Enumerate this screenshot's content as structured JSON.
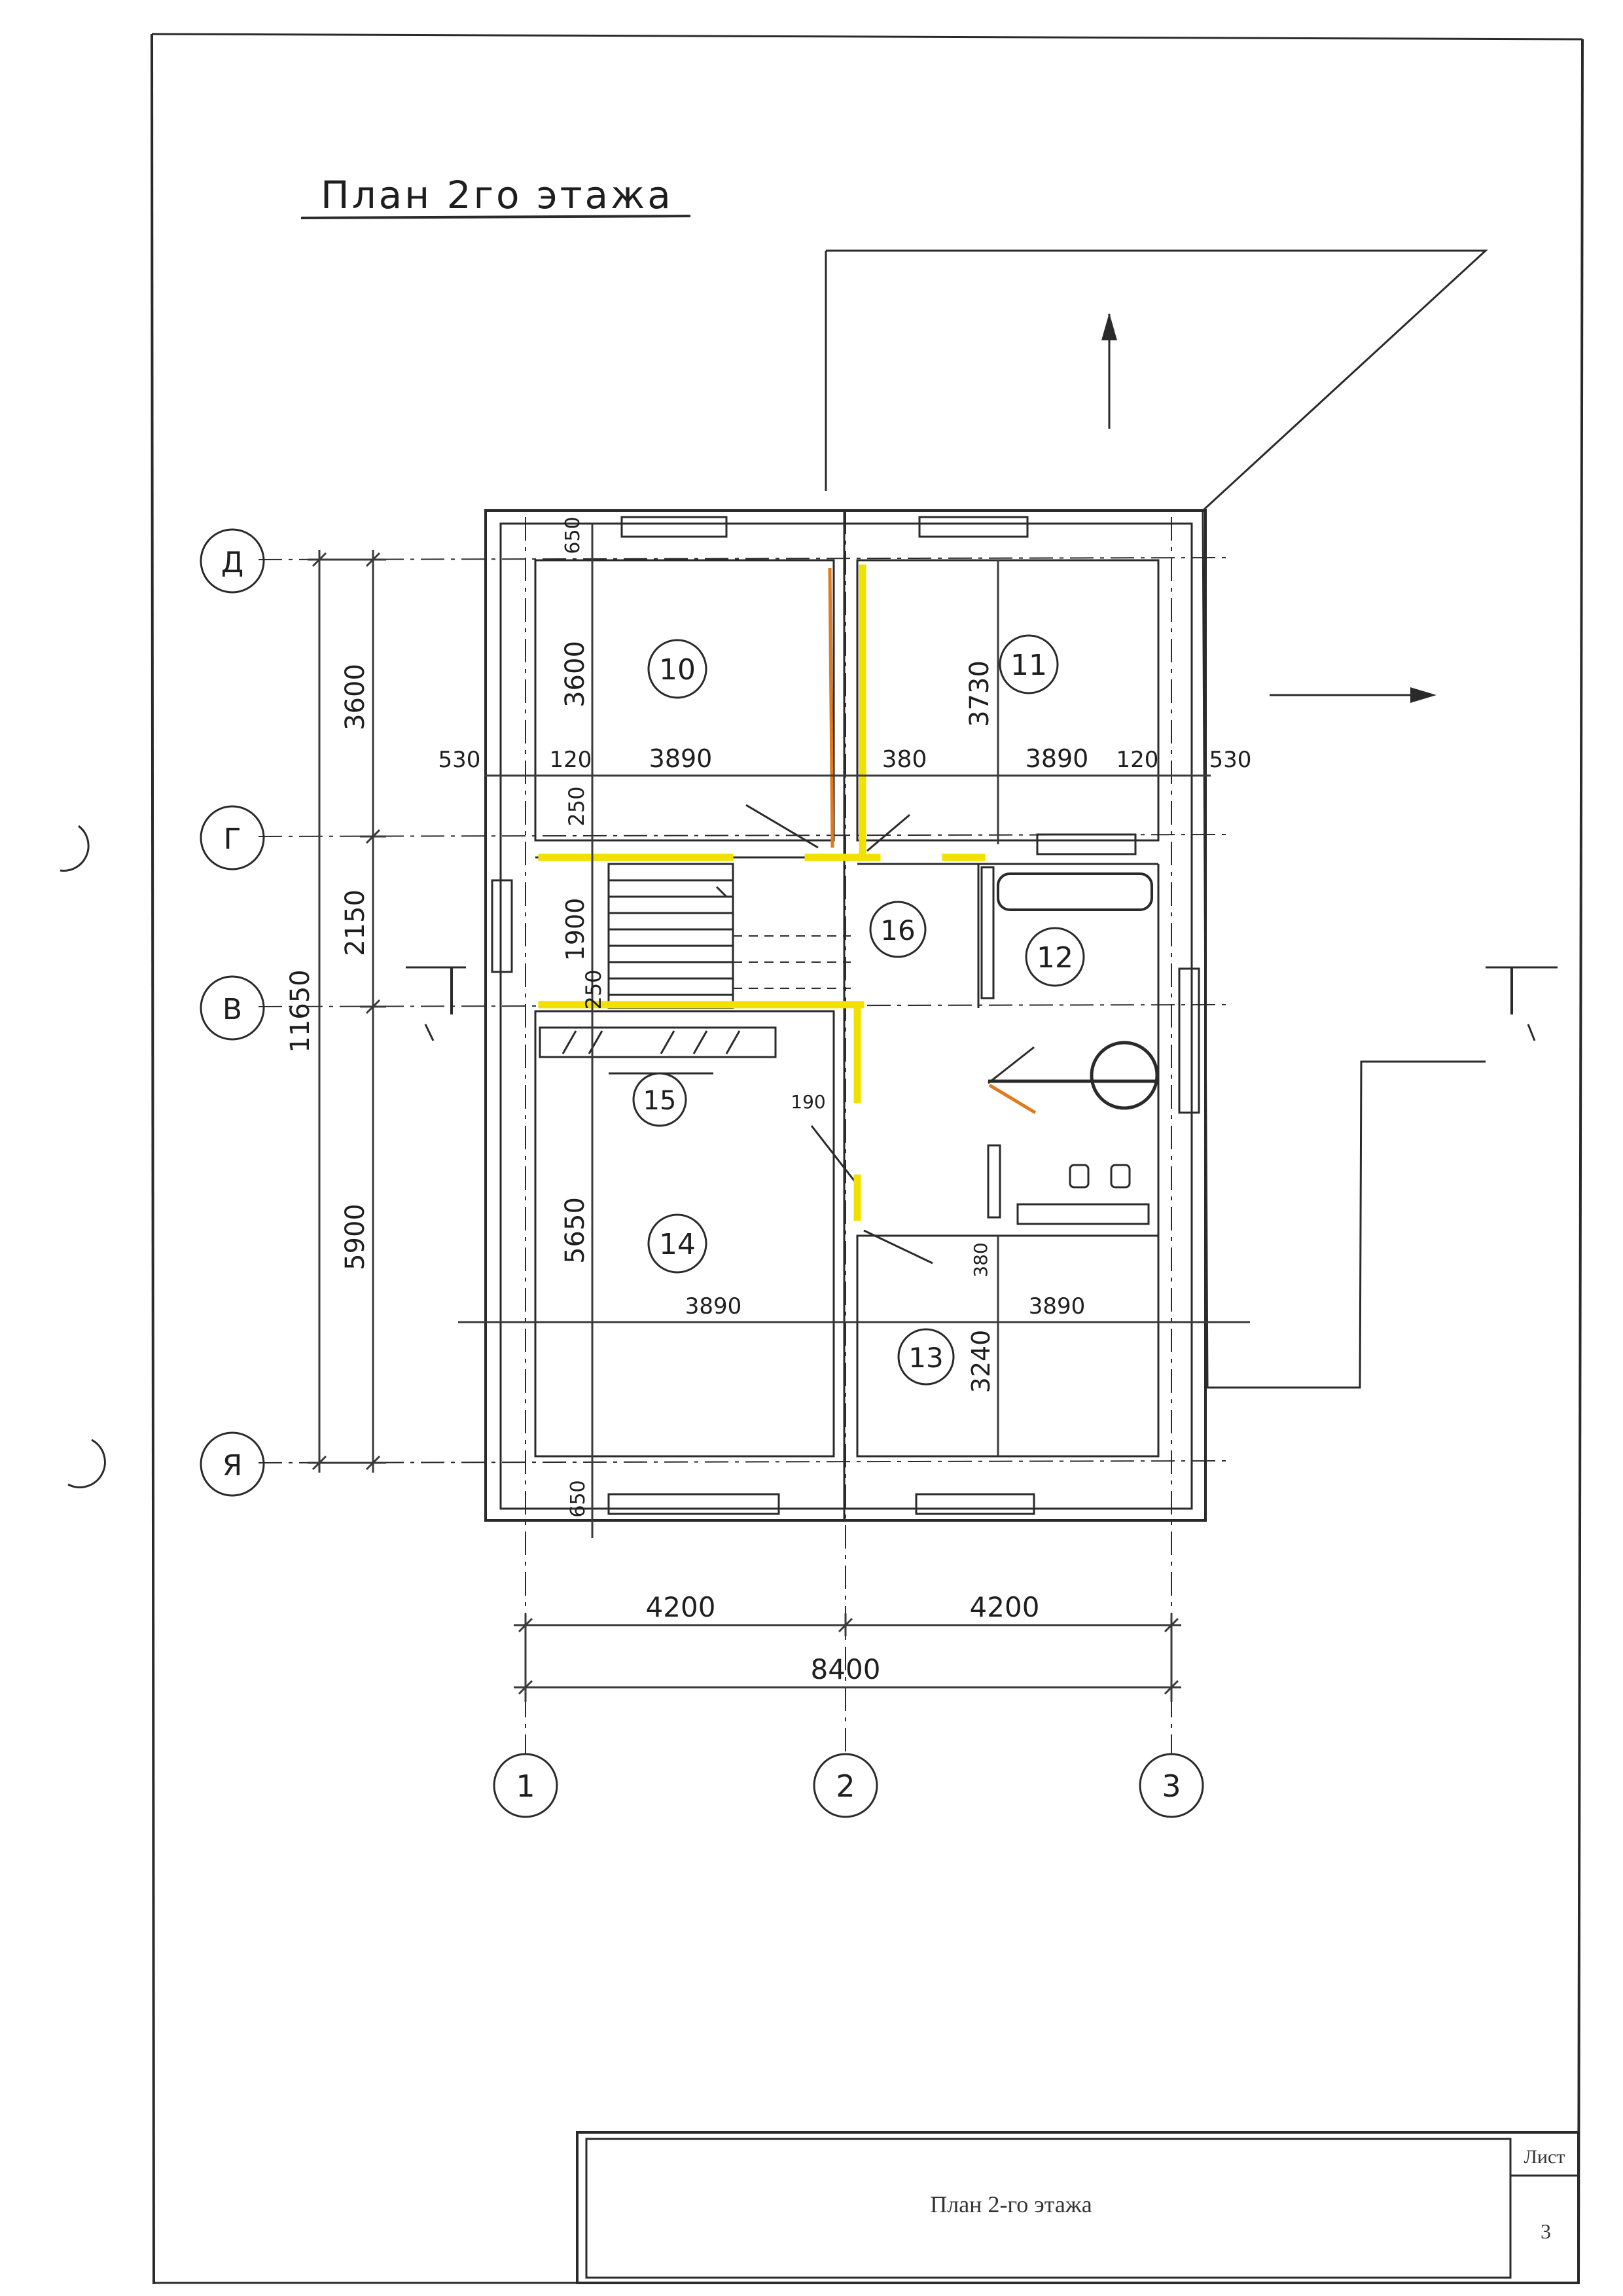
{
  "sheet": {
    "title": "План 2го этажа",
    "frame": {
      "stamp_title": "План 2-го этажа",
      "sheet_label": "Лист",
      "sheet_number": "3"
    }
  },
  "axes": {
    "columns": [
      "1",
      "2",
      "3"
    ],
    "rows": [
      "Д",
      "Г",
      "В",
      "Я"
    ]
  },
  "rooms": [
    "10",
    "11",
    "12",
    "13",
    "14",
    "15",
    "16"
  ],
  "dimensions": {
    "left_outer": "11650",
    "left_inner": [
      "3600",
      "2150",
      "5900"
    ],
    "room10_height": "3600",
    "room11_height": "3730",
    "room14_height": "5650",
    "room13_height": "3240",
    "stair_height": "1900",
    "wall_250_top": "250",
    "wall_250_bottom": "250",
    "horizontal_top": [
      "530",
      "120",
      "3890",
      "380",
      "3890",
      "120",
      "530"
    ],
    "horizontal_mid": [
      "3890",
      "3890"
    ],
    "small": [
      "650",
      "650",
      "190",
      "380"
    ],
    "bottom": [
      "4200",
      "4200",
      "8400"
    ]
  },
  "colors": {
    "marker": "#f2e000",
    "marker_orange": "#e07a1a",
    "ink": "#2a2a2a"
  }
}
